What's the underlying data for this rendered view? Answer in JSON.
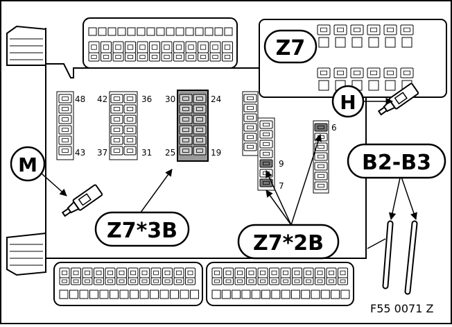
{
  "labels": {
    "z7": "Z7",
    "h": "H",
    "m": "M",
    "b2b3": "B2-B3",
    "z7_3b": "Z7*3B",
    "z7_2b": "Z7*2B"
  },
  "pins": {
    "p48": "48",
    "p43": "43",
    "p42": "42",
    "p36": "36",
    "p37": "37",
    "p31": "31",
    "p30": "30",
    "p24": "24",
    "p25": "25",
    "p19": "19",
    "p9": "9",
    "p7": "7",
    "p6": "6"
  },
  "reference": "F55 0071 Z"
}
